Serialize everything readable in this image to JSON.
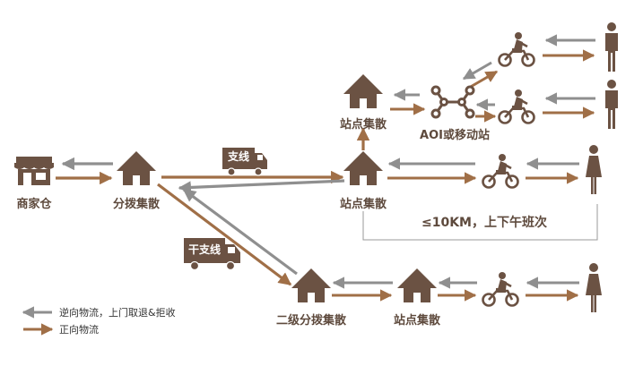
{
  "nodes": {
    "merchant_warehouse": "商家仓",
    "sorting_center": "分拨集散",
    "station_top": "站点集散",
    "aoi": "AOI或移动站",
    "station_mid": "站点集散",
    "secondary_sorting": "二级分拨集散",
    "station_bottom": "站点集散"
  },
  "trucks": {
    "branch": "支线",
    "trunk_branch": "干支线"
  },
  "range_note": "≤10KM，上下午班次",
  "legend": {
    "reverse": "逆向物流，上门取退&拒收",
    "forward": "正向物流"
  },
  "colors": {
    "forward": "#a06f47",
    "reverse": "#8f8f8f",
    "icon": "#6b5243",
    "text": "#5e4a3d"
  }
}
